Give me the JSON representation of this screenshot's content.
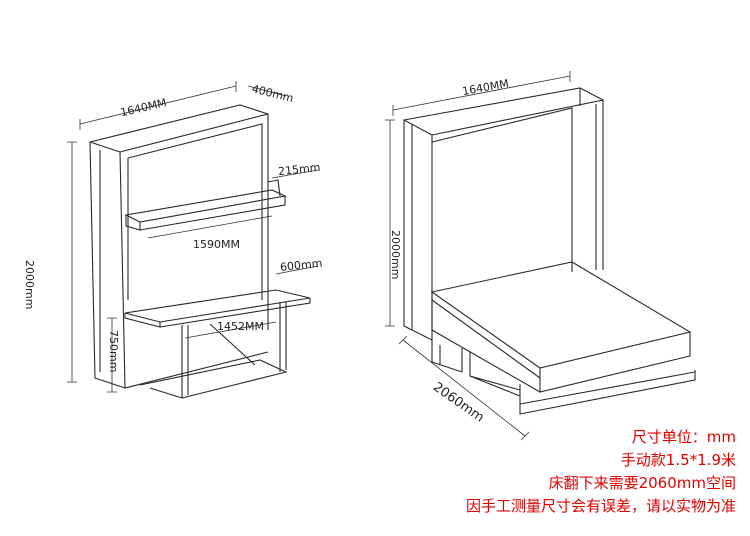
{
  "left_view": {
    "width_label": "1640MM",
    "depth_label": "400mm",
    "height_label": "2000mm",
    "shelf_depth_label": "215mm",
    "shelf_width_label": "1590MM",
    "desk_depth_label": "600mm",
    "desk_width_label": "1452MM",
    "desk_height_label": "750mm"
  },
  "right_view": {
    "width_label": "1640MM",
    "height_label": "2000mm",
    "depth_label": "2060mm"
  },
  "notes": [
    "尺寸单位：mm",
    "手动款1.5*1.9米",
    "床翻下来需要2060mm空间",
    "因手工测量尺寸会有误差，请以实物为准"
  ],
  "colors": {
    "line": "#2a2a2a",
    "note": "#e00000"
  }
}
